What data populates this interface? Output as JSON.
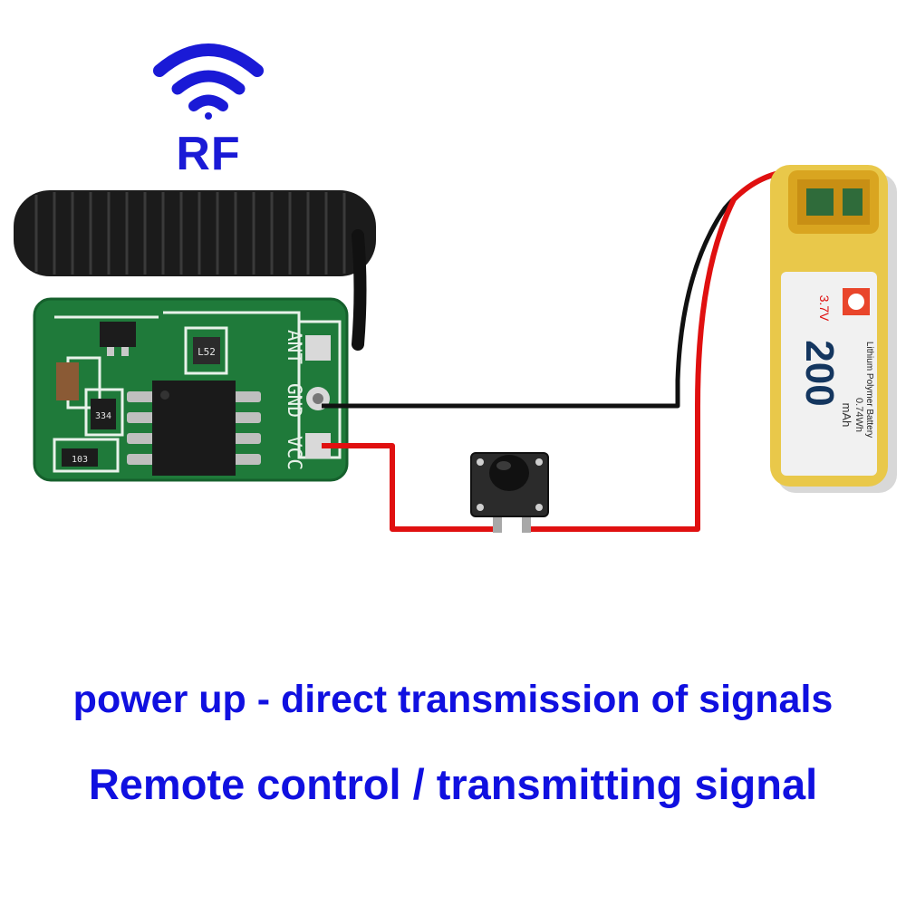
{
  "rf_label": "RF",
  "module": {
    "pins": [
      "ANT",
      "GND",
      "VCC"
    ],
    "component_codes": [
      "334",
      "103",
      "L52"
    ]
  },
  "battery": {
    "voltage": "3.7V",
    "capacity_big": "200",
    "capacity_unit": "mAh",
    "energy": "0.74Wh",
    "chemistry": "Lithium Polymer Battery"
  },
  "captions": {
    "line1": "power up - direct transmission of signals",
    "line2": "Remote control / transmitting signal"
  },
  "colors": {
    "text_blue": "#1010e0",
    "wifi_blue": "#1a1ad6",
    "pcb_green": "#1f7a3a",
    "wire_red": "#e01010",
    "wire_black": "#111111",
    "battery_yellow": "#e9c84a"
  }
}
